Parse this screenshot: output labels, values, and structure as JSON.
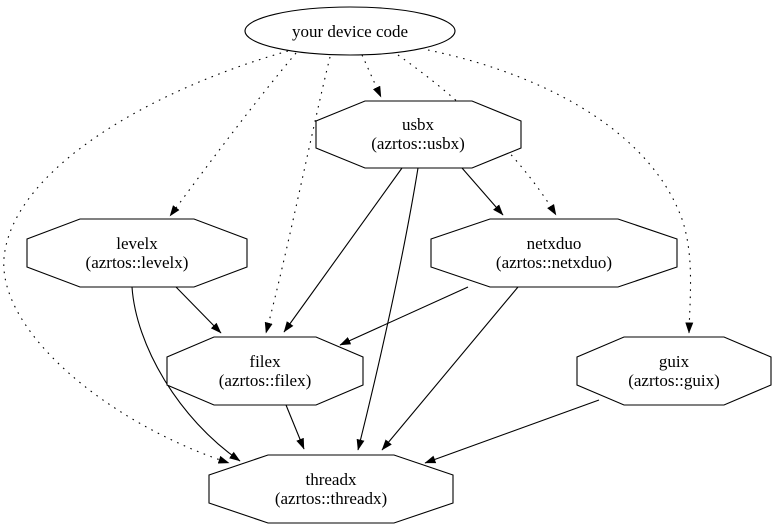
{
  "diagram": {
    "type": "dependency-graph",
    "background_color": "#ffffff",
    "node_fill_color": "#ffffff",
    "node_stroke_color": "#000000",
    "text_color": "#000000",
    "edge_color": "#000000",
    "nodes": {
      "device": {
        "label": "your device code",
        "shape": "ellipse"
      },
      "usbx": {
        "label": "usbx",
        "sublabel": "(azrtos::usbx)",
        "shape": "octagon"
      },
      "levelx": {
        "label": "levelx",
        "sublabel": "(azrtos::levelx)",
        "shape": "octagon"
      },
      "netxduo": {
        "label": "netxduo",
        "sublabel": "(azrtos::netxduo)",
        "shape": "octagon"
      },
      "filex": {
        "label": "filex",
        "sublabel": "(azrtos::filex)",
        "shape": "octagon"
      },
      "guix": {
        "label": "guix",
        "sublabel": "(azrtos::guix)",
        "shape": "octagon"
      },
      "threadx": {
        "label": "threadx",
        "sublabel": "(azrtos::threadx)",
        "shape": "octagon"
      }
    },
    "edges": [
      {
        "from": "device",
        "to": "usbx",
        "style": "dotted"
      },
      {
        "from": "device",
        "to": "levelx",
        "style": "dotted"
      },
      {
        "from": "device",
        "to": "netxduo",
        "style": "dotted"
      },
      {
        "from": "device",
        "to": "filex",
        "style": "dotted"
      },
      {
        "from": "device",
        "to": "guix",
        "style": "dotted"
      },
      {
        "from": "device",
        "to": "threadx",
        "style": "dotted"
      },
      {
        "from": "usbx",
        "to": "netxduo",
        "style": "solid"
      },
      {
        "from": "usbx",
        "to": "filex",
        "style": "solid"
      },
      {
        "from": "usbx",
        "to": "threadx",
        "style": "solid"
      },
      {
        "from": "levelx",
        "to": "filex",
        "style": "solid"
      },
      {
        "from": "levelx",
        "to": "threadx",
        "style": "solid"
      },
      {
        "from": "netxduo",
        "to": "filex",
        "style": "solid"
      },
      {
        "from": "netxduo",
        "to": "threadx",
        "style": "solid"
      },
      {
        "from": "filex",
        "to": "threadx",
        "style": "solid"
      },
      {
        "from": "guix",
        "to": "threadx",
        "style": "solid"
      }
    ]
  }
}
